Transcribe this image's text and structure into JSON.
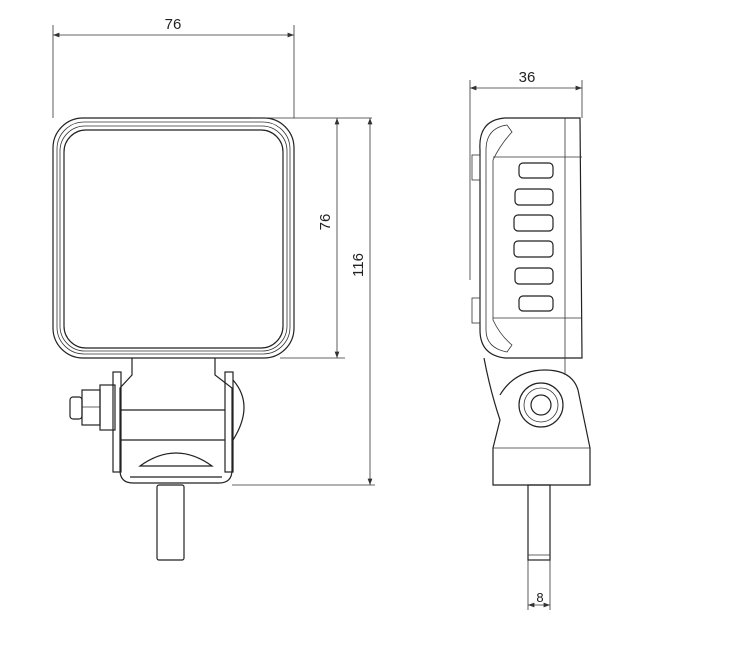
{
  "dimensions": {
    "front_width": "76",
    "front_height": "76",
    "total_height": "116",
    "side_depth": "36",
    "stem_diameter": "8"
  },
  "colors": {
    "line": "#222222",
    "background": "#ffffff"
  }
}
